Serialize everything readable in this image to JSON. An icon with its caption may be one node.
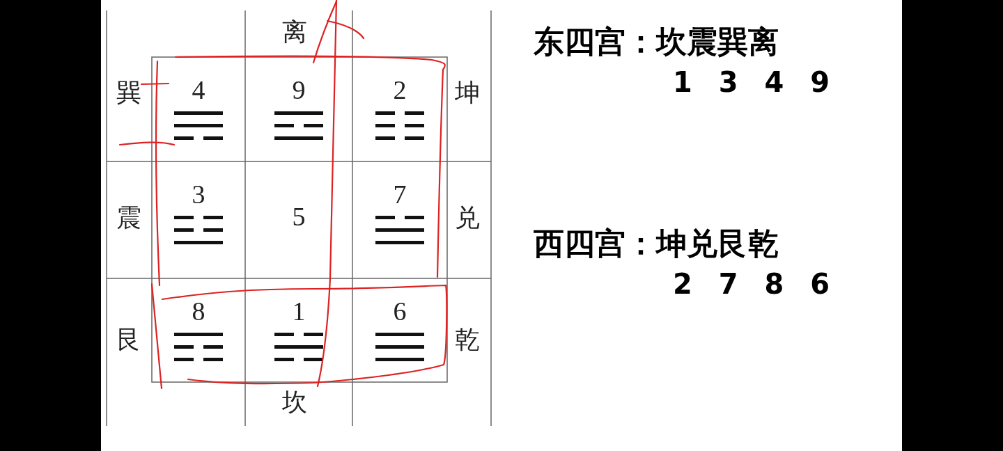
{
  "diagram": {
    "nodes": [
      {
        "text": [
          "4"
        ]
      },
      {
        "text": [
          "9"
        ]
      },
      {
        "text": [
          "2"
        ]
      },
      {
        "text": [
          "3"
        ]
      },
      {
        "text": [
          "5"
        ]
      },
      {
        "text": [
          "7"
        ]
      },
      {
        "text": [
          "8"
        ]
      },
      {
        "text": [
          "1"
        ]
      },
      {
        "text": [
          "6"
        ]
      }
    ],
    "labels": [
      "离",
      "巽",
      "坤",
      "震",
      "兑",
      "艮",
      "乾",
      "坎",
      "东四宫：坎震巽离",
      "1 3 4 9",
      "西四宫：坤兑艮乾",
      "2 7 8 6"
    ]
  }
}
